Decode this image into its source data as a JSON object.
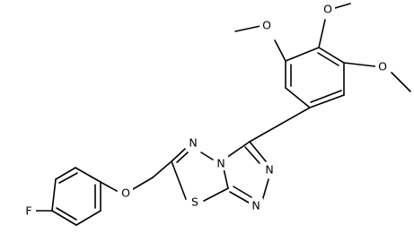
{
  "molecule": {
    "atoms": {
      "F": "F",
      "O_ether": "O",
      "O_methoxy_top_left": "O",
      "O_methoxy_top": "O",
      "O_methoxy_right": "O",
      "N_ring_left": "N",
      "N_bridge": "N",
      "N_ring_right_upper": "N",
      "N_ring_right_lower": "N",
      "S": "S"
    }
  }
}
